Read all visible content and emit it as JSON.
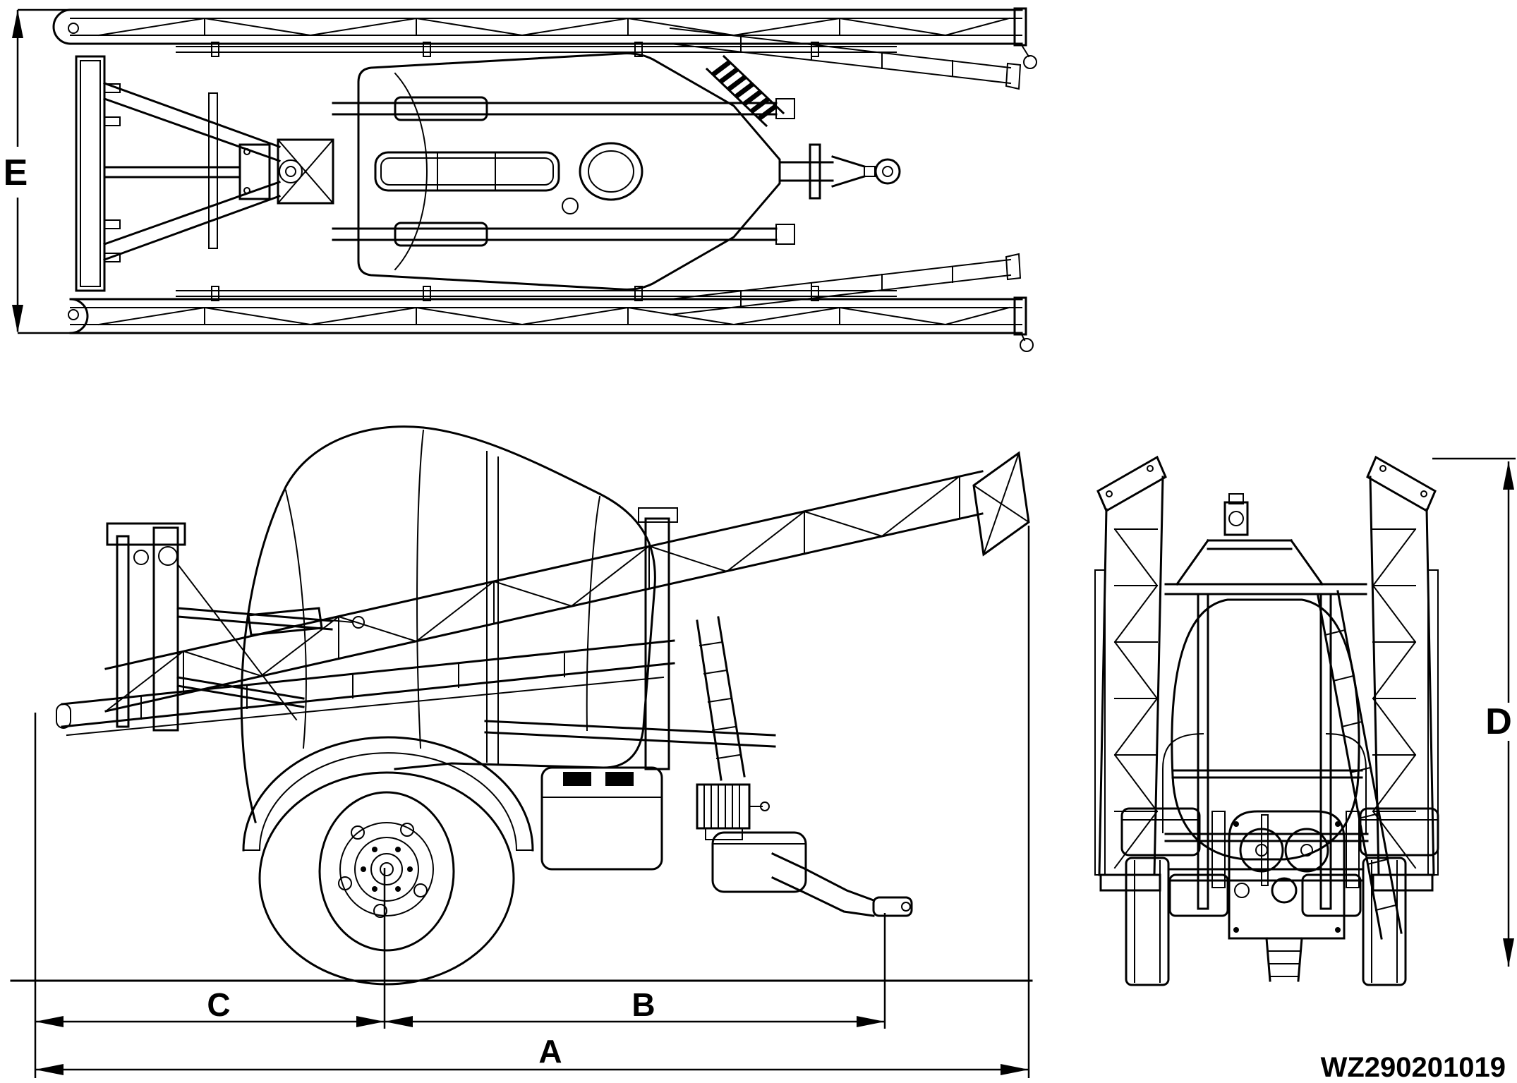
{
  "drawing": {
    "number": "WZ290201019"
  },
  "dims": {
    "A": "A",
    "B": "B",
    "C": "C",
    "D": "D",
    "E": "E"
  },
  "colors": {
    "line": "#000000",
    "background": "#ffffff"
  }
}
